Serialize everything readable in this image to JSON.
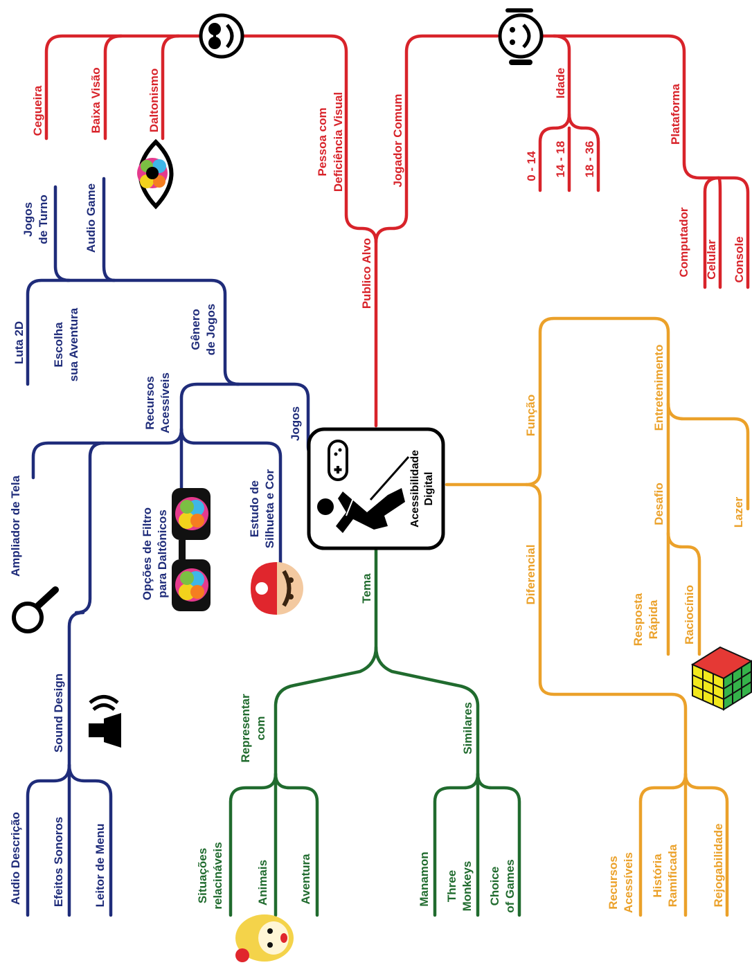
{
  "center": {
    "line1": "Acessibilidade",
    "line2": "Digital"
  },
  "colors": {
    "publico": "#d8232a",
    "jogos": "#1f2c7a",
    "tema": "#206b2e",
    "funcao": "#eba12a"
  },
  "publico_alvo": {
    "label": "Publico Alvo",
    "pessoa": {
      "line1": "Pessoa com",
      "line2": "Deficiência Visual",
      "children": [
        "Cegueira",
        "Baixa Visão",
        "Daltonismo"
      ]
    },
    "jogador": {
      "label": "Jogador Comum",
      "idade": {
        "label": "Idade",
        "children": [
          "0 - 14",
          "14 - 18",
          "18 - 36"
        ]
      },
      "plataforma": {
        "label": "Plataforma",
        "children": [
          "Computador",
          "Celular",
          "Console"
        ]
      }
    }
  },
  "jogos": {
    "label": "Jogos",
    "genero": {
      "line1": "Gênero",
      "line2": "de Jogos",
      "children": [
        {
          "line1": "Jogos",
          "line2": "de Turno"
        },
        {
          "line1": "Audio Game"
        },
        {
          "line1": "Luta 2D"
        },
        {
          "line1": "Escolha",
          "line2": "sua Aventura"
        }
      ]
    },
    "recursos": {
      "line1": "Recursos",
      "line2": "Acessíveis",
      "ampliador": "Ampliador de Tela",
      "sound_design": {
        "label": "Sound Design",
        "children": [
          "Audio Descrição",
          "Efeitos Sonoros",
          "Leitor de Menu"
        ]
      },
      "filtro": {
        "line1": "Opções de Filtro",
        "line2": "para Daltônicos"
      },
      "silhueta": {
        "line1": "Estudo de",
        "line2": "Silhueta e Cor"
      }
    }
  },
  "tema": {
    "label": "Tema",
    "representar": {
      "line1": "Representar",
      "line2": "com",
      "children": [
        {
          "line1": "Situações",
          "line2": "relacináveis"
        },
        {
          "line1": "Animais"
        },
        {
          "line1": "Aventura"
        }
      ]
    },
    "similares": {
      "label": "Similares",
      "children": [
        {
          "line1": "Manamon"
        },
        {
          "line1": "Three",
          "line2": "Monkeys"
        },
        {
          "line1": "Choice",
          "line2": "of Games"
        }
      ]
    }
  },
  "funcao": {
    "label": "Função",
    "entretenimento": {
      "label": "Entretenimento",
      "lazer": "Lazer",
      "desafio": {
        "label": "Desafio",
        "resposta": {
          "line1": "Resposta",
          "line2": "Rápida"
        },
        "raciocinio": "Raciocínio"
      }
    },
    "diferencial": {
      "label": "Diferencial",
      "children": [
        {
          "line1": "Recursos",
          "line2": "Acessíveis"
        },
        {
          "line1": "História",
          "line2": "Ramificada"
        },
        {
          "line1": "Rejogabilidade"
        }
      ]
    }
  },
  "icons": [
    "sunglasses-face-icon",
    "headset-face-icon",
    "eye-icon",
    "magnifier-icon",
    "speaker-icon",
    "colorful-glasses-icon",
    "mario-icon",
    "rubik-cube-icon",
    "isabelle-icon",
    "blind-person-icon",
    "gamepad-icon"
  ]
}
